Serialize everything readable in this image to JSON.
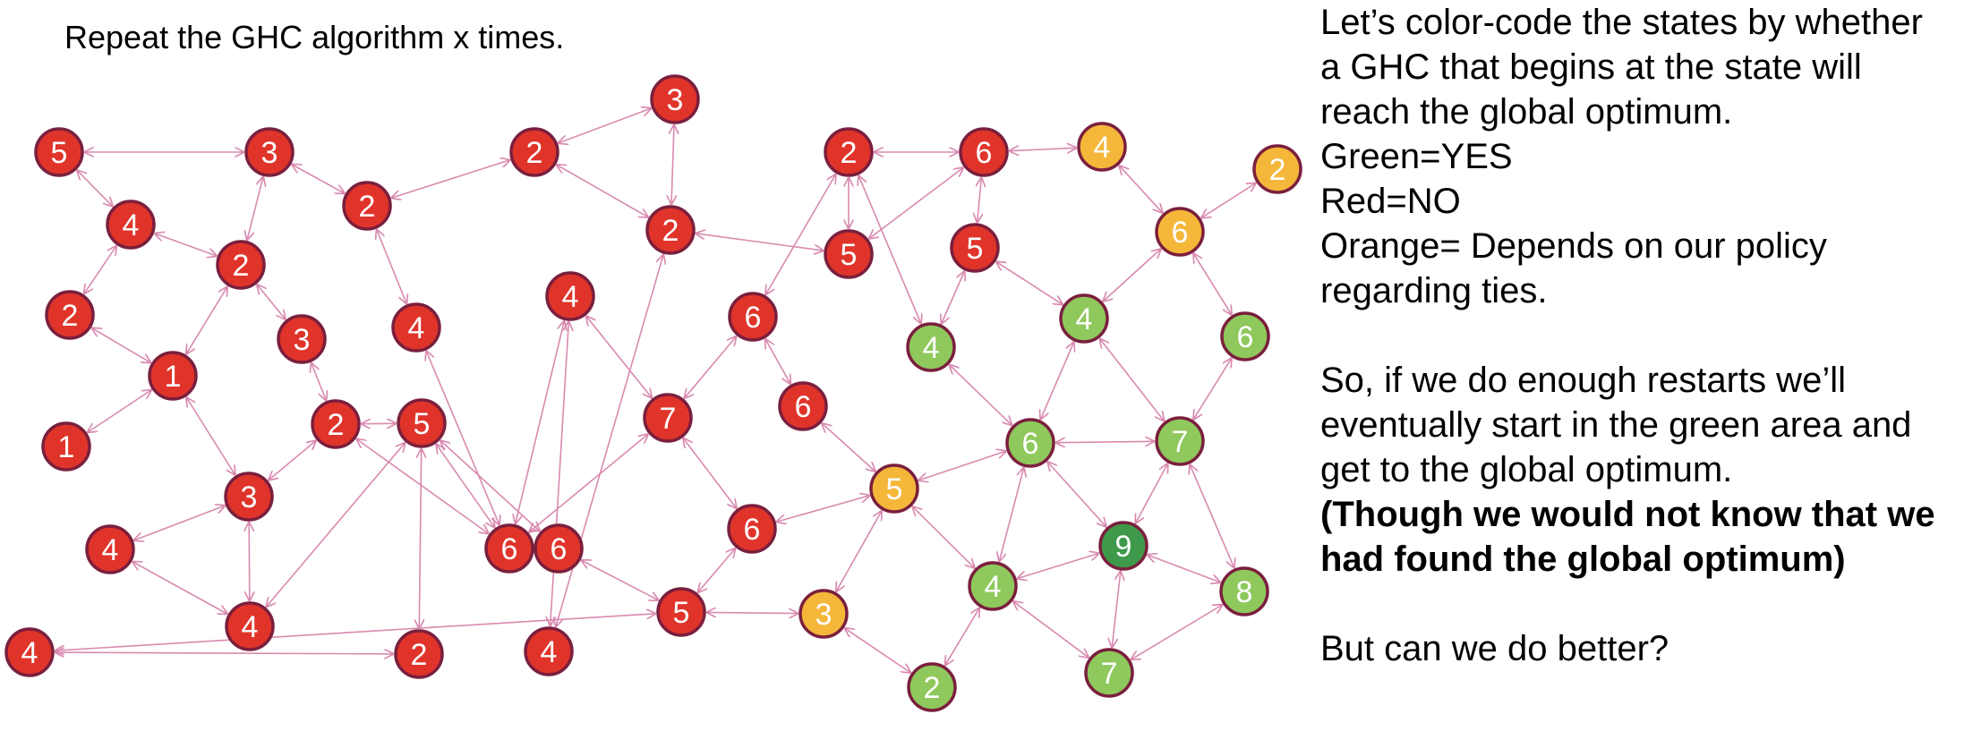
{
  "header": {
    "title": "Repeat the GHC algorithm x times."
  },
  "notes": {
    "block1": [
      "Let’s color-code the states by whether",
      "a GHC that begins at the state will",
      "reach the global optimum.",
      "Green=YES",
      "Red=NO",
      "Orange= Depends on our policy",
      "regarding ties."
    ],
    "block2": [
      "So, if we do enough restarts we’ll",
      "eventually start in the green area and",
      "get to the global optimum."
    ],
    "block3": [
      "(Though we would not know that we",
      "had found the global optimum)"
    ],
    "block4": [
      "But can we do better?"
    ]
  },
  "colors": {
    "red": "#e0342a",
    "orange": "#f5b73a",
    "green": "#8fc85c",
    "darkgreen": "#3e9a4a",
    "border": "#7a1f3d",
    "edge": "#d98ab0"
  },
  "graph": {
    "nodes": [
      {
        "id": "n1",
        "label": "5",
        "status": "red"
      },
      {
        "id": "n2",
        "label": "3",
        "status": "red"
      },
      {
        "id": "n3",
        "label": "4",
        "status": "red"
      },
      {
        "id": "n4",
        "label": "2",
        "status": "red"
      },
      {
        "id": "n5",
        "label": "2",
        "status": "red"
      },
      {
        "id": "n6",
        "label": "3",
        "status": "red"
      },
      {
        "id": "n7",
        "label": "1",
        "status": "red"
      },
      {
        "id": "n8",
        "label": "1",
        "status": "red"
      },
      {
        "id": "n9",
        "label": "3",
        "status": "red"
      },
      {
        "id": "n10",
        "label": "2",
        "status": "red"
      },
      {
        "id": "n11",
        "label": "4",
        "status": "red"
      },
      {
        "id": "n12",
        "label": "4",
        "status": "red"
      },
      {
        "id": "n13",
        "label": "2",
        "status": "red"
      },
      {
        "id": "n14",
        "label": "4",
        "status": "red"
      },
      {
        "id": "n15",
        "label": "2",
        "status": "red"
      },
      {
        "id": "n16",
        "label": "5",
        "status": "red"
      },
      {
        "id": "n17",
        "label": "2",
        "status": "red"
      },
      {
        "id": "n18",
        "label": "3",
        "status": "red"
      },
      {
        "id": "n19",
        "label": "2",
        "status": "red"
      },
      {
        "id": "n20",
        "label": "4",
        "status": "red"
      },
      {
        "id": "n21",
        "label": "4",
        "status": "red"
      },
      {
        "id": "n22",
        "label": "6",
        "status": "red"
      },
      {
        "id": "n23",
        "label": "6",
        "status": "red"
      },
      {
        "id": "n24",
        "label": "4",
        "status": "red"
      },
      {
        "id": "n25",
        "label": "7",
        "status": "red"
      },
      {
        "id": "n26",
        "label": "5",
        "status": "red"
      },
      {
        "id": "n27",
        "label": "5",
        "status": "red"
      },
      {
        "id": "n28",
        "label": "2",
        "status": "red"
      },
      {
        "id": "n29",
        "label": "6",
        "status": "red"
      },
      {
        "id": "n30",
        "label": "6",
        "status": "red"
      },
      {
        "id": "n31",
        "label": "6",
        "status": "red"
      },
      {
        "id": "n32",
        "label": "6",
        "status": "red"
      },
      {
        "id": "n33",
        "label": "5",
        "status": "red"
      },
      {
        "id": "n34",
        "label": "4",
        "status": "orange"
      },
      {
        "id": "n35",
        "label": "2",
        "status": "orange"
      },
      {
        "id": "n36",
        "label": "6",
        "status": "orange"
      },
      {
        "id": "n37",
        "label": "5",
        "status": "orange"
      },
      {
        "id": "n38",
        "label": "3",
        "status": "orange"
      },
      {
        "id": "n39",
        "label": "4",
        "status": "green"
      },
      {
        "id": "n40",
        "label": "4",
        "status": "green"
      },
      {
        "id": "n41",
        "label": "6",
        "status": "green"
      },
      {
        "id": "n42",
        "label": "6",
        "status": "green"
      },
      {
        "id": "n43",
        "label": "7",
        "status": "green"
      },
      {
        "id": "n44",
        "label": "9",
        "status": "darkgreen"
      },
      {
        "id": "n45",
        "label": "4",
        "status": "green"
      },
      {
        "id": "n46",
        "label": "8",
        "status": "green"
      },
      {
        "id": "n47",
        "label": "7",
        "status": "green"
      },
      {
        "id": "n48",
        "label": "2",
        "status": "green"
      }
    ],
    "edges": [
      [
        "n1",
        "n2"
      ],
      [
        "n1",
        "n3"
      ],
      [
        "n3",
        "n4"
      ],
      [
        "n3",
        "n5"
      ],
      [
        "n5",
        "n2"
      ],
      [
        "n5",
        "n6"
      ],
      [
        "n5",
        "n7"
      ],
      [
        "n4",
        "n7"
      ],
      [
        "n7",
        "n8"
      ],
      [
        "n7",
        "n9"
      ],
      [
        "n6",
        "n10"
      ],
      [
        "n9",
        "n10"
      ],
      [
        "n9",
        "n11"
      ],
      [
        "n10",
        "n16"
      ],
      [
        "n9",
        "n12"
      ],
      [
        "n11",
        "n12"
      ],
      [
        "n12",
        "n16"
      ],
      [
        "n2",
        "n13"
      ],
      [
        "n13",
        "n14"
      ],
      [
        "n13",
        "n15"
      ],
      [
        "n14",
        "n22"
      ],
      [
        "n15",
        "n18"
      ],
      [
        "n15",
        "n19"
      ],
      [
        "n18",
        "n19"
      ],
      [
        "n19",
        "n21"
      ],
      [
        "n21",
        "n20"
      ],
      [
        "n20",
        "n22"
      ],
      [
        "n20",
        "n25"
      ],
      [
        "n10",
        "n22"
      ],
      [
        "n22",
        "n16"
      ],
      [
        "n22",
        "n23"
      ],
      [
        "n16",
        "n23"
      ],
      [
        "n16",
        "n17"
      ],
      [
        "n17",
        "n24"
      ],
      [
        "n24",
        "n26"
      ],
      [
        "n23",
        "n26"
      ],
      [
        "n22",
        "n25"
      ],
      [
        "n25",
        "n29"
      ],
      [
        "n25",
        "n30"
      ],
      [
        "n29",
        "n28"
      ],
      [
        "n28",
        "n31"
      ],
      [
        "n28",
        "n27"
      ],
      [
        "n19",
        "n27"
      ],
      [
        "n27",
        "n31"
      ],
      [
        "n31",
        "n34"
      ],
      [
        "n29",
        "n32"
      ],
      [
        "n32",
        "n37"
      ],
      [
        "n30",
        "n26"
      ],
      [
        "n30",
        "n37"
      ],
      [
        "n26",
        "n38"
      ],
      [
        "n37",
        "n38"
      ],
      [
        "n38",
        "n48"
      ],
      [
        "n48",
        "n45"
      ],
      [
        "n45",
        "n47"
      ],
      [
        "n37",
        "n45"
      ],
      [
        "n33",
        "n31"
      ],
      [
        "n33",
        "n39"
      ],
      [
        "n33",
        "n40"
      ],
      [
        "n28",
        "n39"
      ],
      [
        "n39",
        "n41"
      ],
      [
        "n37",
        "n41"
      ],
      [
        "n34",
        "n36"
      ],
      [
        "n35",
        "n36"
      ],
      [
        "n36",
        "n40"
      ],
      [
        "n36",
        "n42"
      ],
      [
        "n40",
        "n41"
      ],
      [
        "n40",
        "n43"
      ],
      [
        "n42",
        "n43"
      ],
      [
        "n41",
        "n43"
      ],
      [
        "n41",
        "n44"
      ],
      [
        "n41",
        "n45"
      ],
      [
        "n43",
        "n44"
      ],
      [
        "n43",
        "n46"
      ],
      [
        "n46",
        "n47"
      ],
      [
        "n44",
        "n46"
      ],
      [
        "n44",
        "n47"
      ],
      [
        "n45",
        "n44"
      ]
    ]
  }
}
